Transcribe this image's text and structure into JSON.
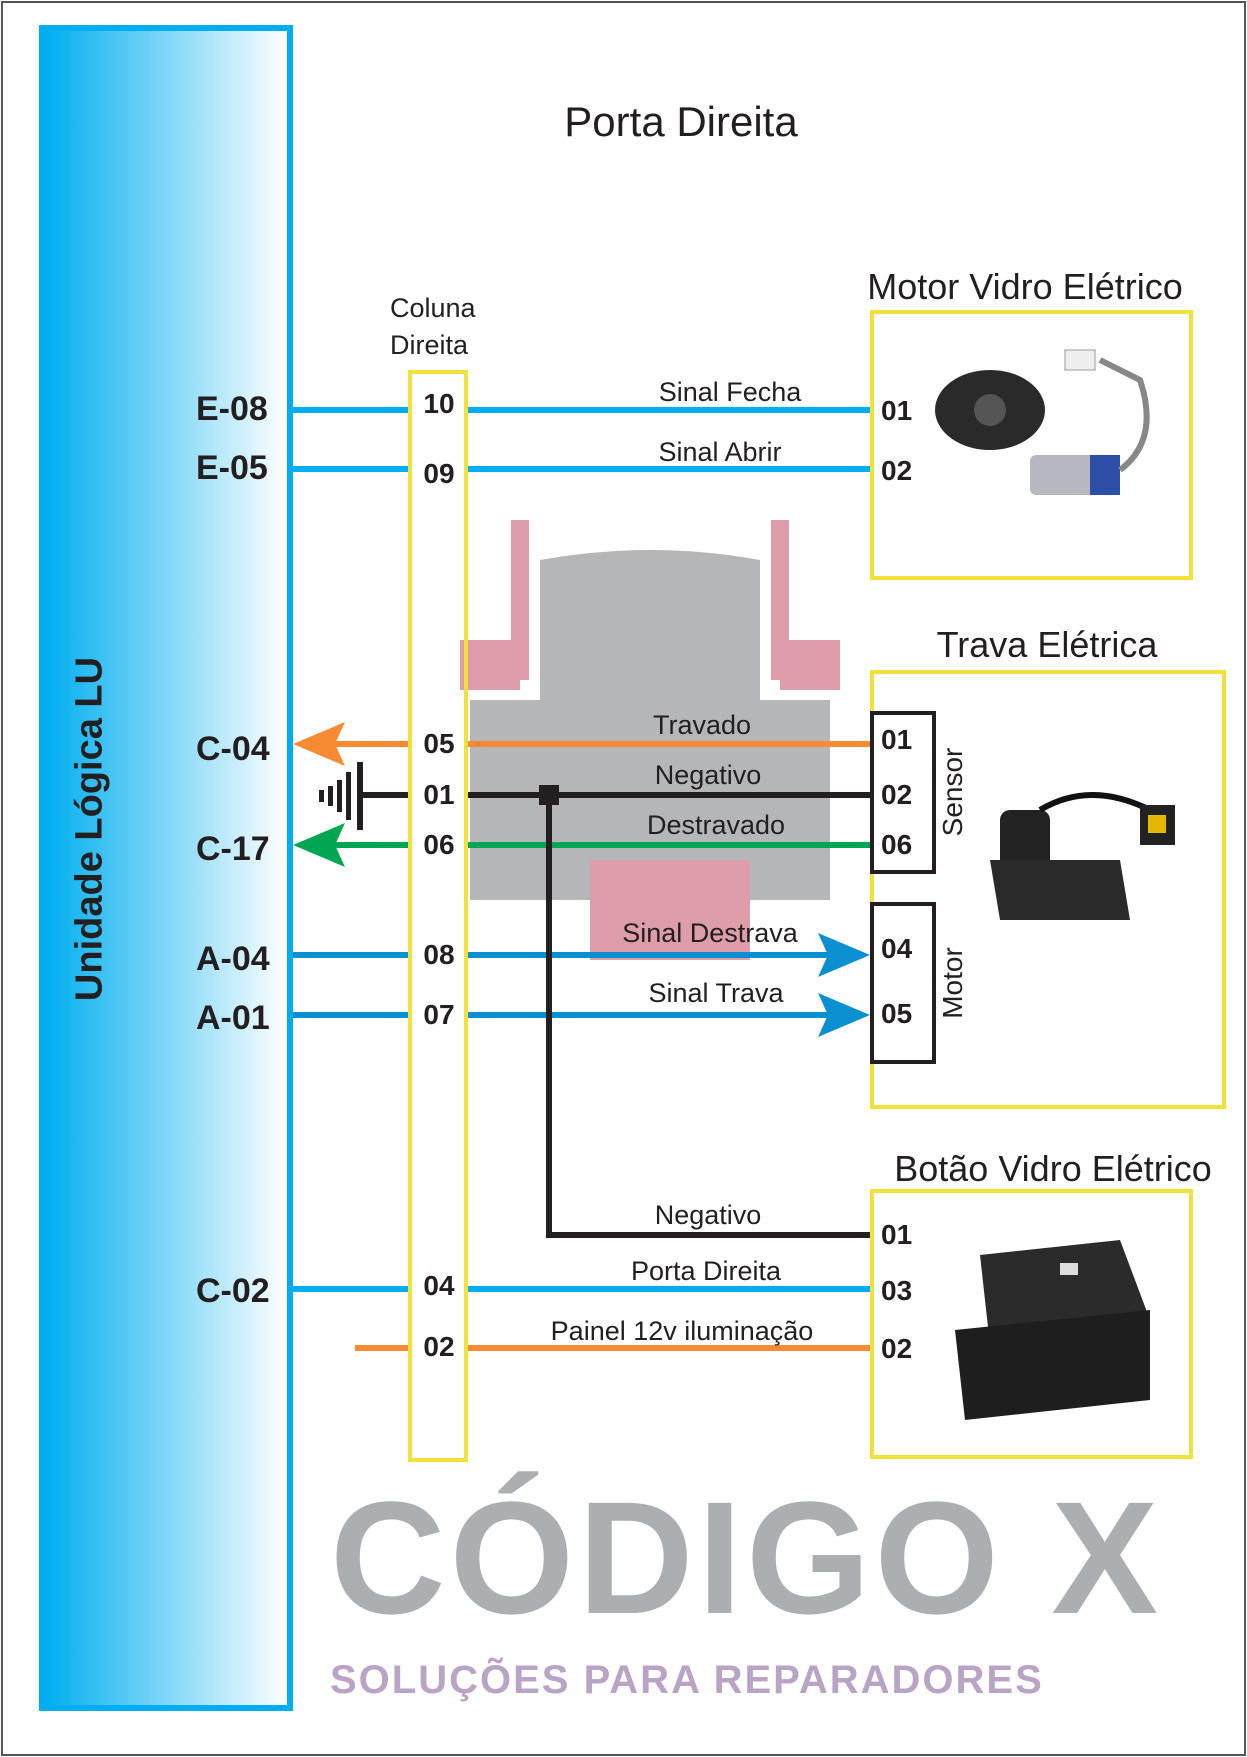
{
  "title": "Porta Direita",
  "logic_unit": {
    "label": "Unidade Lógica LU",
    "pins": [
      "E-08",
      "E-05",
      "C-04",
      "C-17",
      "A-04",
      "A-01",
      "C-02"
    ]
  },
  "column": {
    "title_line1": "Coluna",
    "title_line2": "Direita",
    "pins": [
      "10",
      "09",
      "05",
      "01",
      "06",
      "08",
      "07",
      "04",
      "02"
    ]
  },
  "wires": {
    "sinal_fecha": "Sinal Fecha",
    "sinal_abrir": "Sinal Abrir",
    "travado": "Travado",
    "negativo": "Negativo",
    "destravado": "Destravado",
    "sinal_destrava": "Sinal Destrava",
    "sinal_trava": "Sinal Trava",
    "negativo2": "Negativo",
    "porta_direita": "Porta Direita",
    "painel": "Painel 12v iluminação"
  },
  "motor_vidro": {
    "title": "Motor Vidro Elétrico",
    "pins": [
      "01",
      "02"
    ]
  },
  "trava": {
    "title": "Trava Elétrica",
    "sensor_label": "Sensor",
    "motor_label": "Motor",
    "sensor_pins": [
      "01",
      "02",
      "06"
    ],
    "motor_pins": [
      "04",
      "05"
    ]
  },
  "botao": {
    "title": "Botão Vidro Elétrico",
    "pins": [
      "01",
      "03",
      "02"
    ]
  },
  "watermark": {
    "brand": "CÓDIGO X",
    "tagline": "SOLUÇÕES PARA REPARADORES"
  },
  "colors": {
    "blue": "#00aeef",
    "dark_blue": "#0a8fd0",
    "orange": "#f68b33",
    "green": "#00a651",
    "black": "#231f20",
    "yellow": "#f1e13a"
  }
}
